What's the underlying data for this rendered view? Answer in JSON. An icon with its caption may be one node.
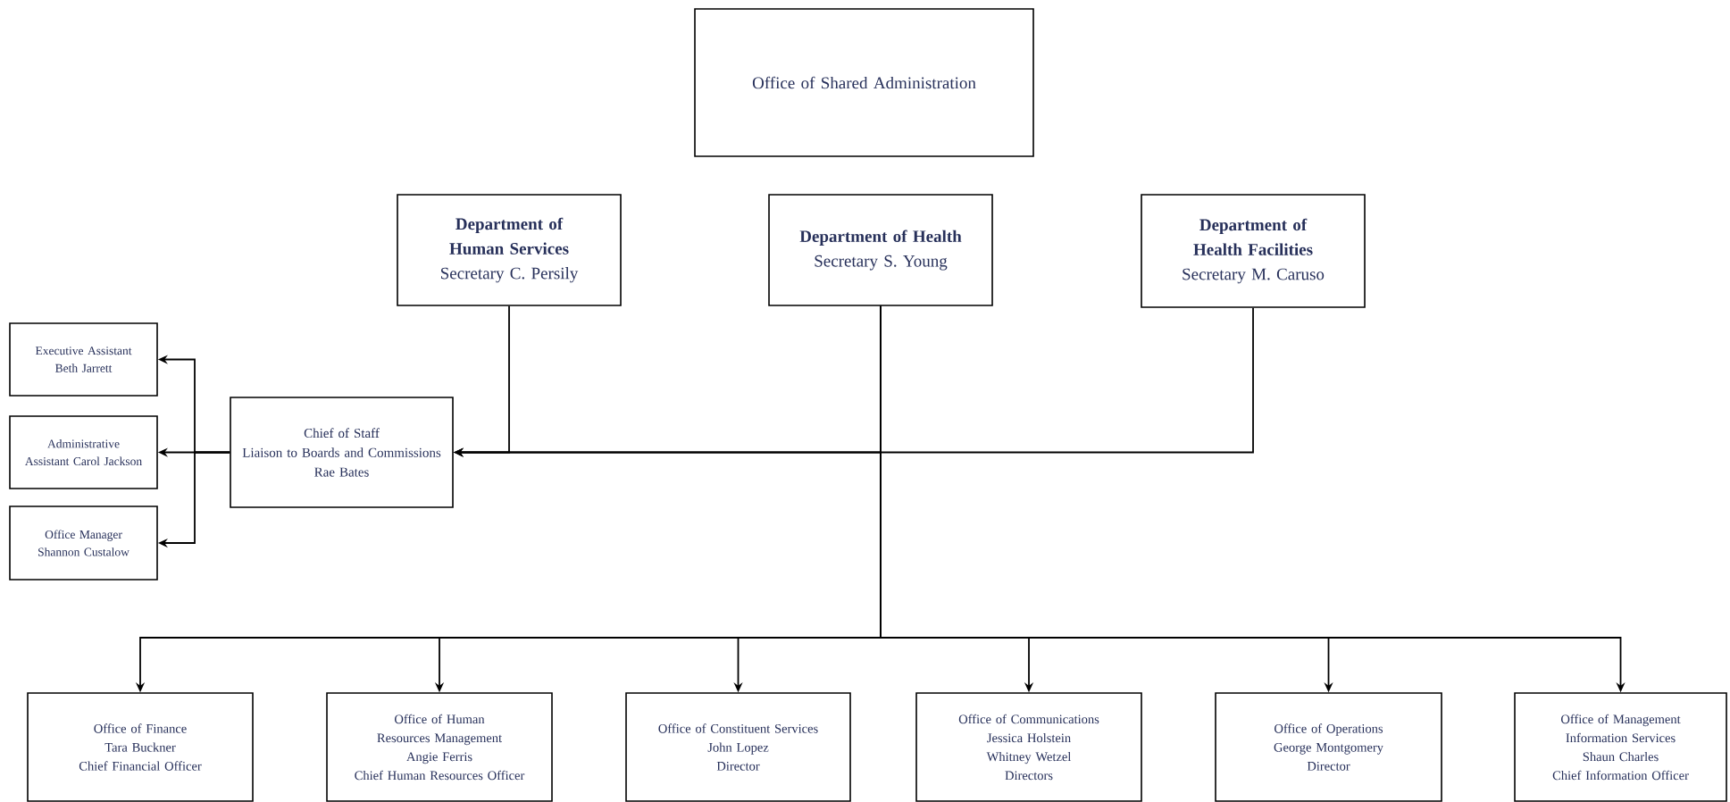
{
  "diagram": {
    "nodes": [
      {
        "text": [
          "Office of Shared Administration"
        ]
      },
      {
        "text": [
          "Department of Human Services",
          "Secretary C. Persily"
        ]
      },
      {
        "text": [
          "Department of Health",
          "Secretary S. Young"
        ]
      },
      {
        "text": [
          "Department of Health Facilities",
          "Secretary M. Caruso"
        ]
      },
      {
        "text": [
          "Chief of Staff",
          "Liaison to Boards and Commissions",
          "Rae Bates"
        ]
      },
      {
        "text": [
          "Executive Assistant",
          "Beth Jarrett"
        ]
      },
      {
        "text": [
          "Administrative Assistant Carol Jackson"
        ]
      },
      {
        "text": [
          "Office Manager",
          "Shannon Custalow"
        ]
      },
      {
        "text": [
          "Office of Finance",
          "Tara Buckner",
          "Chief Financial Officer"
        ]
      },
      {
        "text": [
          "Office of Human Resources Management",
          "Angie Ferris",
          "Chief Human Resources Officer"
        ]
      },
      {
        "text": [
          "Office of Constituent Services",
          "John Lopez",
          "Director"
        ]
      },
      {
        "text": [
          "Office of Communications",
          "Jessica Holstein",
          "Whitney Wetzel",
          "Directors"
        ]
      },
      {
        "text": [
          "Office of Operations",
          "George Montgomery",
          "Director"
        ]
      },
      {
        "text": [
          "Office of Management Information Services",
          "Shaun Charles",
          "Chief Information Officer"
        ]
      }
    ],
    "edges": [
      {
        "from": 1,
        "to": 4,
        "arrow": "to"
      },
      {
        "from": 2,
        "to": 4,
        "arrow": "to"
      },
      {
        "from": 3,
        "to": 4,
        "arrow": "to"
      },
      {
        "from": 2,
        "to": 8,
        "arrow": "to"
      },
      {
        "from": 2,
        "to": 9,
        "arrow": "to"
      },
      {
        "from": 2,
        "to": 10,
        "arrow": "to"
      },
      {
        "from": 2,
        "to": 11,
        "arrow": "to"
      },
      {
        "from": 2,
        "to": 12,
        "arrow": "to"
      },
      {
        "from": 2,
        "to": 13,
        "arrow": "to"
      },
      {
        "from": 4,
        "to": 5,
        "arrow": "to"
      },
      {
        "from": 4,
        "to": 6,
        "arrow": "to"
      },
      {
        "from": 4,
        "to": 7,
        "arrow": "to"
      }
    ]
  }
}
